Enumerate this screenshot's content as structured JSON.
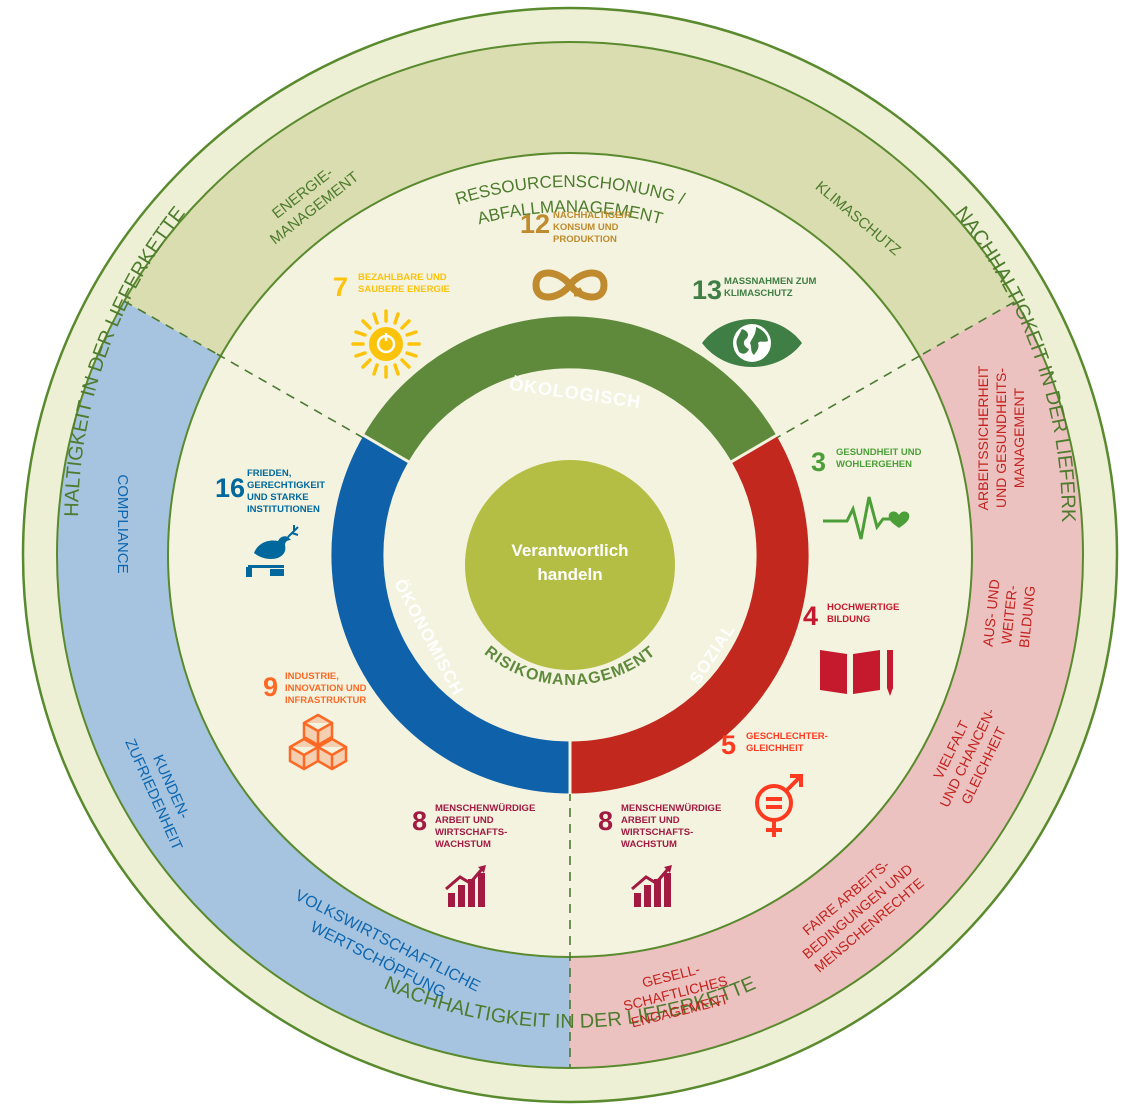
{
  "center": {
    "line1": "Verantwortlich",
    "line2": "handeln"
  },
  "inner_ring": {
    "top": "ÖKOLOGISCH",
    "left": "ÖKONOMISCH",
    "right": "SOZIAL",
    "bottom": "RISIKOMANAGEMENT"
  },
  "outer_ring": {
    "label": "NACHHALTIGKEIT IN DER LIEFERKETTE"
  },
  "green_sector": {
    "items": [
      {
        "lines": [
          "RESSOURCENSCHONUNG /",
          "ABFALLMANAGEMENT"
        ]
      },
      {
        "lines": [
          "ENERGIE-",
          "MANAGEMENT"
        ]
      },
      {
        "lines": [
          "KLIMASCHUTZ"
        ]
      }
    ]
  },
  "blue_sector": {
    "items": [
      {
        "lines": [
          "COMPLIANCE"
        ]
      },
      {
        "lines": [
          "KUNDEN-",
          "ZUFRIEDENHEIT"
        ]
      },
      {
        "lines": [
          "VOLKSWIRTSCHAFTLICHE",
          "WERTSCHÖPFUNG"
        ]
      }
    ]
  },
  "pink_sector": {
    "items": [
      {
        "lines": [
          "ARBEITSSICHERHEIT",
          "UND GESUNDHEITS-",
          "MANAGEMENT"
        ]
      },
      {
        "lines": [
          "AUS- UND",
          "WEITER-",
          "BILDUNG"
        ]
      },
      {
        "lines": [
          "VIELFALT",
          "UND CHANCEN-",
          "GLEICHHEIT"
        ]
      },
      {
        "lines": [
          "FAIRE ARBEITS-",
          "BEDINGUNGEN UND",
          "MENSCHENRECHTE"
        ]
      },
      {
        "lines": [
          "GESELL-",
          "SCHAFTLICHES",
          "ENGAGEMENT"
        ]
      }
    ]
  },
  "sdgs": [
    {
      "num": "12",
      "lines": [
        "NACHHALTIGE/R",
        "KONSUM UND",
        "PRODUKTION"
      ],
      "icon": "infinity-icon",
      "color": "#BF8B2E"
    },
    {
      "num": "7",
      "lines": [
        "BEZAHLBARE UND",
        "SAUBERE ENERGIE"
      ],
      "icon": "sun-power-icon",
      "color": "#FCC30B"
    },
    {
      "num": "13",
      "lines": [
        "MASSNAHMEN ZUM",
        "KLIMASCHUTZ"
      ],
      "icon": "eye-globe-icon",
      "color": "#3F7E44"
    },
    {
      "num": "16",
      "lines": [
        "FRIEDEN,",
        "GERECHTIGKEIT",
        "UND STARKE",
        "INSTITUTIONEN"
      ],
      "icon": "dove-gavel-icon",
      "color": "#00689D"
    },
    {
      "num": "3",
      "lines": [
        "GESUNDHEIT UND",
        "WOHLERGEHEN"
      ],
      "icon": "heartbeat-icon",
      "color": "#4C9F38"
    },
    {
      "num": "4",
      "lines": [
        "HOCHWERTIGE",
        "BILDUNG"
      ],
      "icon": "book-pencil-icon",
      "color": "#C5192D"
    },
    {
      "num": "9",
      "lines": [
        "INDUSTRIE,",
        "INNOVATION UND",
        "INFRASTRUKTUR"
      ],
      "icon": "cubes-icon",
      "color": "#FD6925"
    },
    {
      "num": "5",
      "lines": [
        "GESCHLECHTER-",
        "GLEICHHEIT"
      ],
      "icon": "gender-equality-icon",
      "color": "#FF3A21"
    },
    {
      "num": "8",
      "lines": [
        "MENSCHENWÜRDIGE",
        "ARBEIT UND",
        "WIRTSCHAFTS-",
        "WACHSTUM"
      ],
      "icon": "growth-chart-icon",
      "color": "#A21942"
    },
    {
      "num": "8",
      "lines": [
        "MENSCHENWÜRDIGE",
        "ARBEIT UND",
        "WIRTSCHAFTS-",
        "WACHSTUM"
      ],
      "icon": "growth-chart-icon",
      "color": "#A21942"
    }
  ],
  "colors": {
    "outer_ring": "#EDF0D5",
    "green_sector": "#D9DDB0",
    "blue_sector": "#A6C4DF",
    "pink_sector": "#ECC2C0",
    "inner_fill": "#F3F3DF",
    "ring_green": "#5F8A3C",
    "ring_blue": "#0F62AA",
    "ring_red": "#C2281E",
    "center": "#B4BE44",
    "stroke": "#5A8A2E",
    "green_text": "#4E7B2D",
    "blue_text": "#0E67B0",
    "red_text": "#C3221E"
  }
}
